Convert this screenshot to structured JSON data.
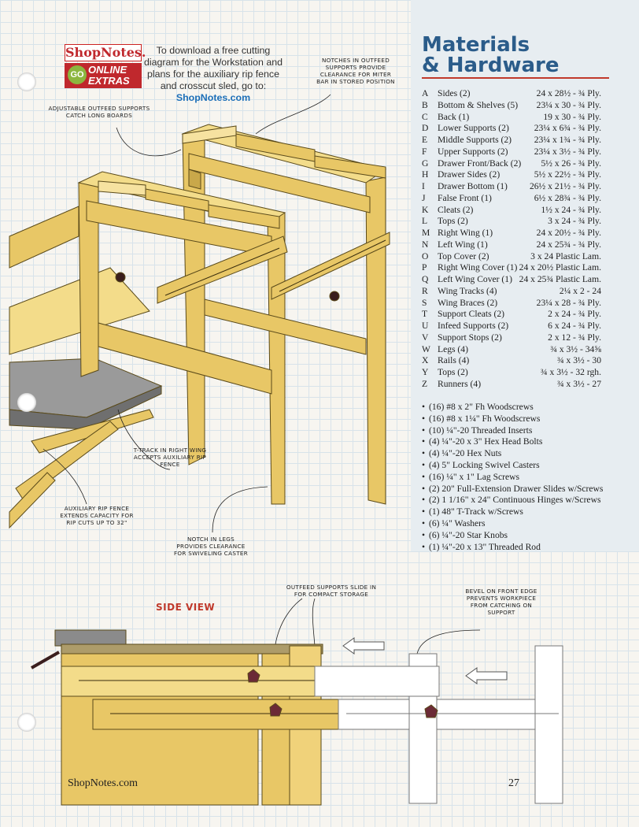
{
  "promo": {
    "logo_brand": "ShopNotes.",
    "logo_go": "GO",
    "logo_online": "ONLINE",
    "logo_extras": "EXTRAS",
    "text": "To download a free cutting diagram for the Workstation and plans for the auxiliary rip fence and crosscut sled, go to:",
    "link": "ShopNotes.com"
  },
  "callouts": {
    "notches": "Notches in outfeed supports provide clearance for miter bar in stored position",
    "adjustable": "Adjustable outfeed supports catch long boards",
    "ttrack": "T-track in right wing accepts auxiliary rip fence",
    "auxfence": "Auxiliary rip fence extends capacity for rip cuts up to 32\"",
    "notchlegs": "Notch in legs provides clearance for swiveling caster",
    "slide": "Outfeed supports slide in for compact storage",
    "bevel": "Bevel on front edge prevents workpiece from catching on support"
  },
  "side_view_label": "SIDE VIEW",
  "materials": {
    "title_line1": "Materials",
    "title_line2": "& Hardware",
    "items": [
      {
        "letter": "A",
        "name": "Sides (2)",
        "size": "24 x 28½ - ¾ Ply."
      },
      {
        "letter": "B",
        "name": "Bottom & Shelves (5)",
        "size": "23¼ x 30 - ¾ Ply."
      },
      {
        "letter": "C",
        "name": "Back (1)",
        "size": "19 x 30 - ¾ Ply."
      },
      {
        "letter": "D",
        "name": "Lower Supports (2)",
        "size": "23¼ x 6¾ - ¾ Ply."
      },
      {
        "letter": "E",
        "name": "Middle Supports (2)",
        "size": "23¼ x 1¾ - ¾ Ply."
      },
      {
        "letter": "F",
        "name": "Upper Supports (2)",
        "size": "23¼ x 3½ - ¾ Ply."
      },
      {
        "letter": "G",
        "name": "Drawer Front/Back (2)",
        "size": "5½ x 26 - ¾ Ply."
      },
      {
        "letter": "H",
        "name": "Drawer Sides (2)",
        "size": "5½ x 22½ - ¾ Ply."
      },
      {
        "letter": "I",
        "name": "Drawer Bottom (1)",
        "size": "26½ x 21½ - ¾ Ply."
      },
      {
        "letter": "J",
        "name": "False Front (1)",
        "size": "6½ x 28¾ - ¾ Ply."
      },
      {
        "letter": "K",
        "name": "Cleats (2)",
        "size": "1½ x 24 - ¾ Ply."
      },
      {
        "letter": "L",
        "name": "Tops (2)",
        "size": "3 x 24 - ¾ Ply."
      },
      {
        "letter": "M",
        "name": "Right Wing (1)",
        "size": "24 x 20½ - ¾ Ply."
      },
      {
        "letter": "N",
        "name": "Left Wing (1)",
        "size": "24 x 25¾ - ¾ Ply."
      },
      {
        "letter": "O",
        "name": "Top Cover (2)",
        "size": "3 x 24 Plastic Lam."
      },
      {
        "letter": "P",
        "name": "Right Wing Cover (1)",
        "size": "24 x 20½ Plastic Lam."
      },
      {
        "letter": "Q",
        "name": "Left Wing Cover (1)",
        "size": "24 x 25¾ Plastic Lam."
      },
      {
        "letter": "R",
        "name": "Wing Tracks (4)",
        "size": "2¼ x 2 - 24"
      },
      {
        "letter": "S",
        "name": "Wing Braces (2)",
        "size": "23¼ x 28 - ¾ Ply."
      },
      {
        "letter": "T",
        "name": "Support Cleats (2)",
        "size": "2 x 24 - ¾ Ply."
      },
      {
        "letter": "U",
        "name": "Infeed Supports (2)",
        "size": "6 x 24 - ¾ Ply."
      },
      {
        "letter": "V",
        "name": "Support Stops (2)",
        "size": "2 x 12 - ¾ Ply."
      },
      {
        "letter": "W",
        "name": "Legs (4)",
        "size": "¾ x 3½ - 34⅝"
      },
      {
        "letter": "X",
        "name": "Rails (4)",
        "size": "¾ x 3½ - 30"
      },
      {
        "letter": "Y",
        "name": "Tops (2)",
        "size": "¾ x 3½ - 32 rgh."
      },
      {
        "letter": "Z",
        "name": "Runners (4)",
        "size": "¾ x 3½ - 27"
      }
    ],
    "hardware": [
      "(16) #8 x 2\" Fh Woodscrews",
      "(16) #8 x 1¼\" Fh Woodscrews",
      "(10) ¼\"-20 Threaded Inserts",
      "(4) ¼\"-20 x 3\" Hex Head Bolts",
      "(4) ¼\"-20 Hex Nuts",
      "(4) 5\" Locking Swivel Casters",
      "(16) ¼\" x 1\" Lag Screws",
      "(2) 20\" Full-Extension Drawer Slides w/Screws",
      "(2) 1 1/16\" x 24\" Continuous Hinges w/Screws",
      "(1) 48\" T-Track w/Screws",
      "(6) ¼\" Washers",
      "(6) ¼\"-20 Star Knobs",
      "(1) ¼\"-20 x 13\" Threaded Rod"
    ]
  },
  "footer": {
    "site": "ShopNotes.com",
    "page": "27"
  }
}
